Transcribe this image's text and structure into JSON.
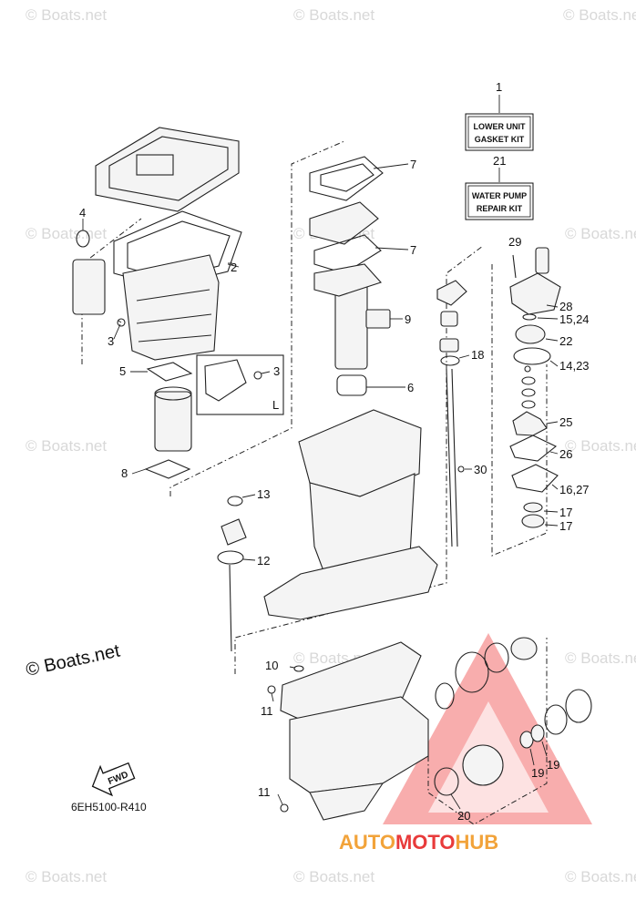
{
  "watermarks": [
    "© Boats.net",
    "© Boats.net",
    "© Boats.net",
    "© Boats.net",
    "© Boats.net",
    "© Boats.net",
    "© Boats.net",
    "© Boats.net",
    "© Boats.net",
    "© Boats.net",
    "© Boats.net",
    "© Boats.net",
    "© Boats.net"
  ],
  "credit": "© Boats.net",
  "kits": [
    {
      "number": "1",
      "line1": "LOWER UNIT",
      "line2": "GASKET KIT"
    },
    {
      "number": "21",
      "line1": "WATER PUMP",
      "line2": "REPAIR KIT"
    }
  ],
  "callouts": [
    "4",
    "2",
    "3",
    "3",
    "L",
    "5",
    "8",
    "7",
    "7",
    "9",
    "6",
    "13",
    "12",
    "18",
    "30",
    "29",
    "28",
    "15,24",
    "22",
    "14,23",
    "25",
    "26",
    "16,27",
    "17",
    "17",
    "10",
    "11",
    "11",
    "19",
    "19",
    "20"
  ],
  "fwd_label": "FWD",
  "diagram_code": "6EH5100-R410",
  "brand": {
    "left": "AUTO",
    "middle": "MOTO",
    "right": "HUB",
    "left_color": "#f2a33a",
    "middle_color": "#e83b3b",
    "right_color": "#f2a33a"
  },
  "colors": {
    "triangle": "#f26a6a",
    "watermark": "#d8d8d8",
    "line": "#222222"
  }
}
